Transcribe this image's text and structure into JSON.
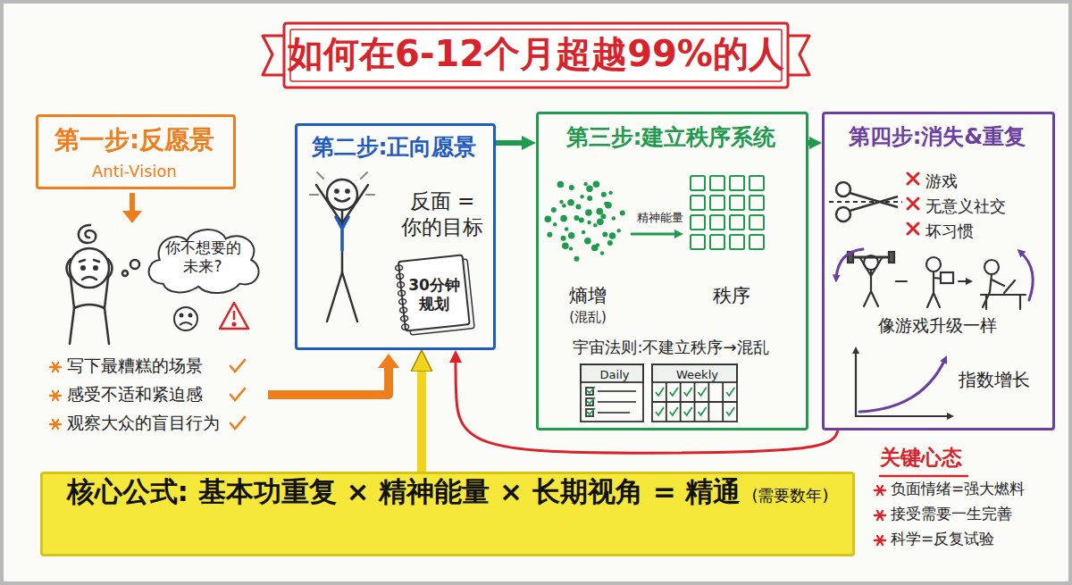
{
  "diagram": {
    "title": "如何在6-12个月超越99%的人",
    "nodes": [
      {
        "text": [
          "第一步:反愿景",
          "Anti-Vision"
        ]
      },
      {
        "text": [
          "你不想要的 未来?"
        ]
      },
      {
        "text": [
          "第二步:正向愿景",
          "反面 = 你的目标"
        ]
      },
      {
        "text": [
          "30分钟 规划"
        ],
        "in": 2
      },
      {
        "text": [
          "第三步:建立秩序系统",
          "精神能量",
          "熵增",
          "(混乱)",
          "秩序",
          "宇宙法则:不建立秩序→混乱",
          "Daily",
          "Weekly"
        ]
      },
      {
        "text": [
          "第四步:消失&重复",
          "游戏",
          "无意义社交",
          "坏习惯",
          "像游戏升级一样",
          "指数增长"
        ]
      },
      {
        "text": [
          "核心公式: 基本功重复 × 精神能量 × 长期视角 = 精通",
          "(需要数年)"
        ]
      }
    ],
    "edges": [
      {
        "from": 2,
        "to": 4,
        "arrow": "to"
      },
      {
        "from": 4,
        "to": 5,
        "arrow": "to"
      },
      {
        "from": 5,
        "to": 2,
        "arrow": "to"
      },
      {
        "from": 6,
        "to": 2,
        "arrow": "to"
      }
    ],
    "labels": [
      "写下最糟糕的场景",
      "感受不适和紧迫感",
      "观察大众的盲目行为",
      "关键心态",
      "负面情绪=强大燃料",
      "接受需要一生完善",
      "科学=反复试验"
    ]
  }
}
